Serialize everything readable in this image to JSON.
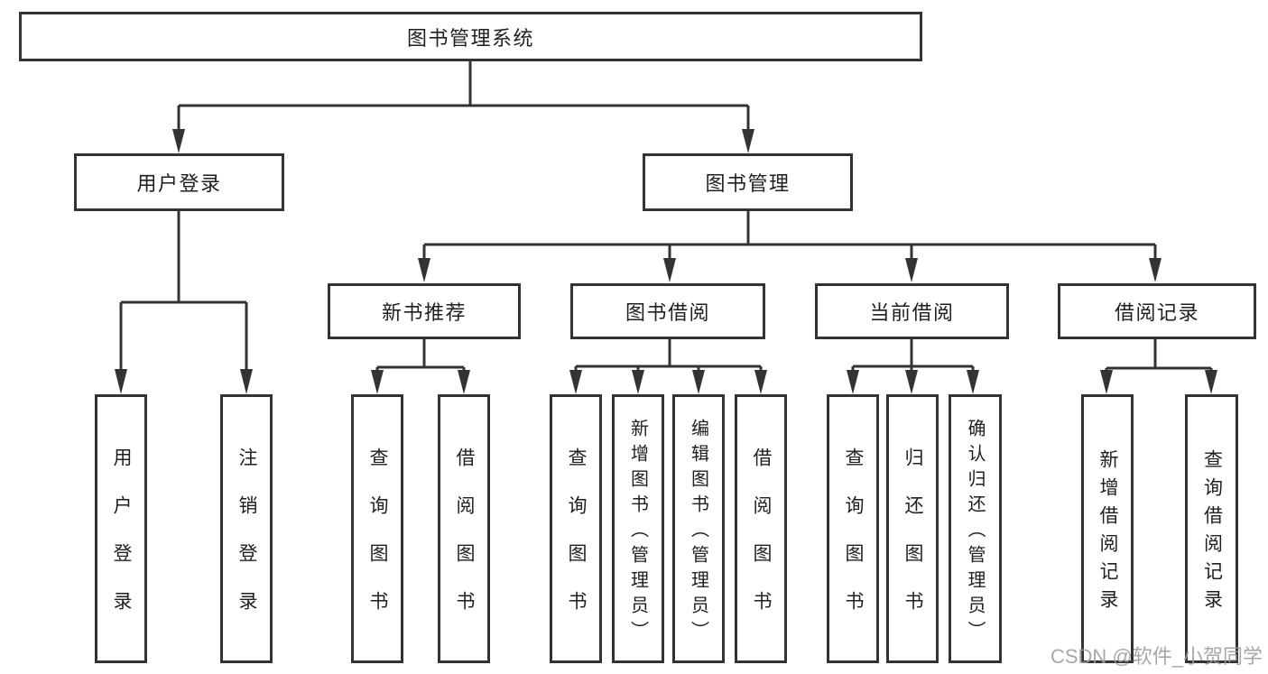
{
  "nodes": {
    "root": "图书管理系统",
    "level2": [
      "用户登录",
      "图书管理"
    ],
    "level3": [
      "新书推荐",
      "图书借阅",
      "当前借阅",
      "借阅记录"
    ],
    "leaves": [
      "用户登录",
      "注销登录",
      "查询图书",
      "借阅图书",
      "查询图书",
      "新增图书（管理员）",
      "编辑图书（管理员）",
      "借阅图书",
      "查询图书",
      "归还图书",
      "确认归还（管理员）",
      "新增借阅记录",
      "查询借阅记录"
    ]
  },
  "watermark": "CSDN @软件_小贺同学",
  "colors": {
    "line": "#333333",
    "box_border": "#333333",
    "text": "#1f1f1f",
    "watermark": "#9e9e9e",
    "background": "#ffffff"
  }
}
